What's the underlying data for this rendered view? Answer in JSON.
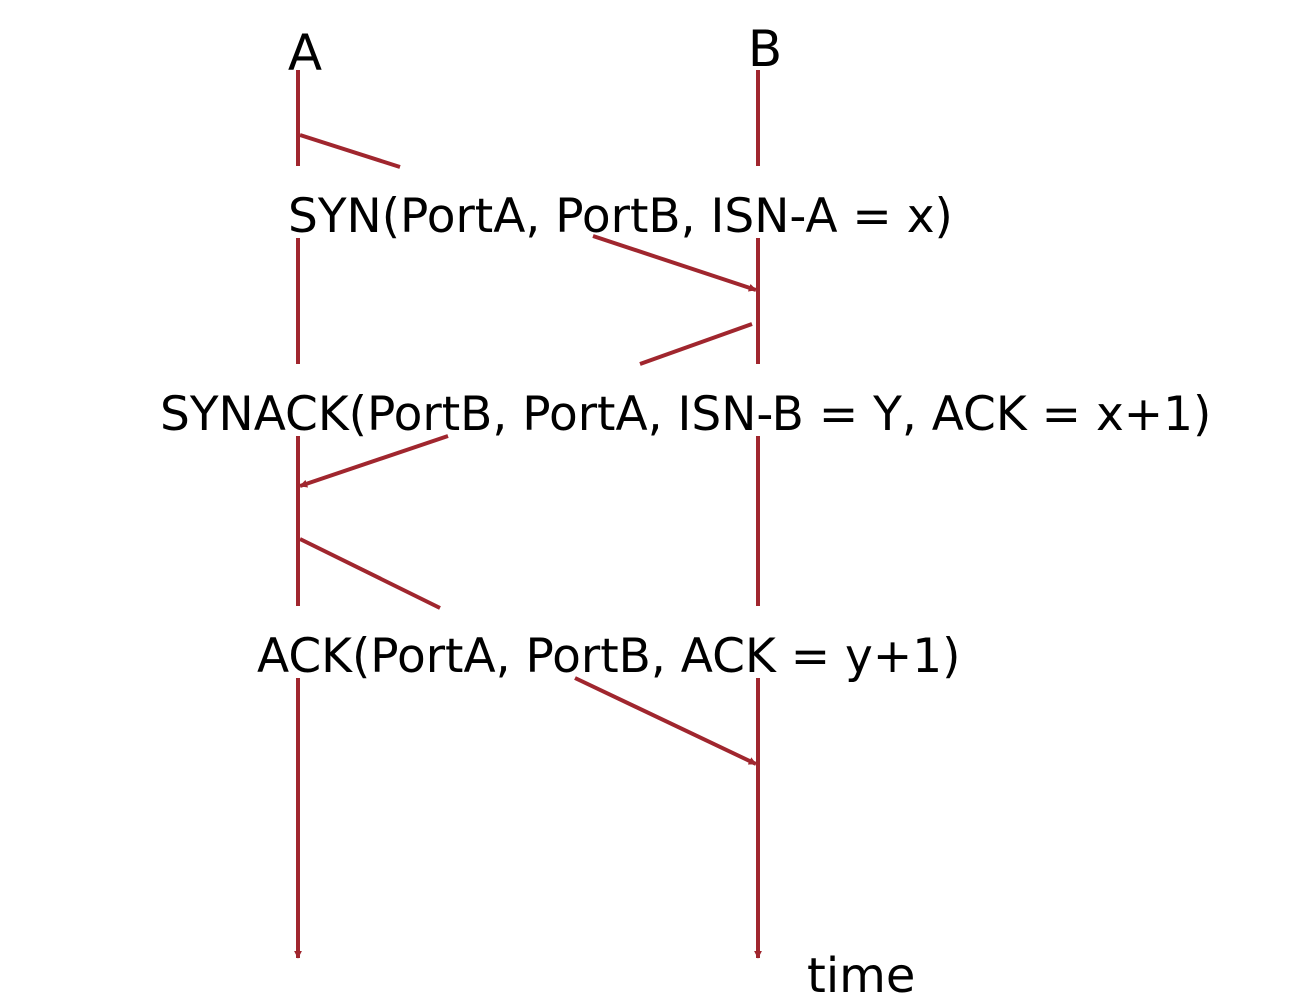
{
  "diagram": {
    "hosts": [
      {
        "id": "A",
        "label": "A"
      },
      {
        "id": "B",
        "label": "B"
      }
    ],
    "messages": [
      {
        "id": "syn",
        "from": "A",
        "to": "B",
        "label": "SYN(PortA, PortB, ISN-A = x)"
      },
      {
        "id": "synack",
        "from": "B",
        "to": "A",
        "label": "SYNACK(PortB, PortA, ISN-B = Y, ACK = x+1)"
      },
      {
        "id": "ack",
        "from": "A",
        "to": "B",
        "label": "ACK(PortA, PortB, ACK = y+1)"
      }
    ],
    "time_label": "time",
    "line_color": "#a0262e"
  }
}
